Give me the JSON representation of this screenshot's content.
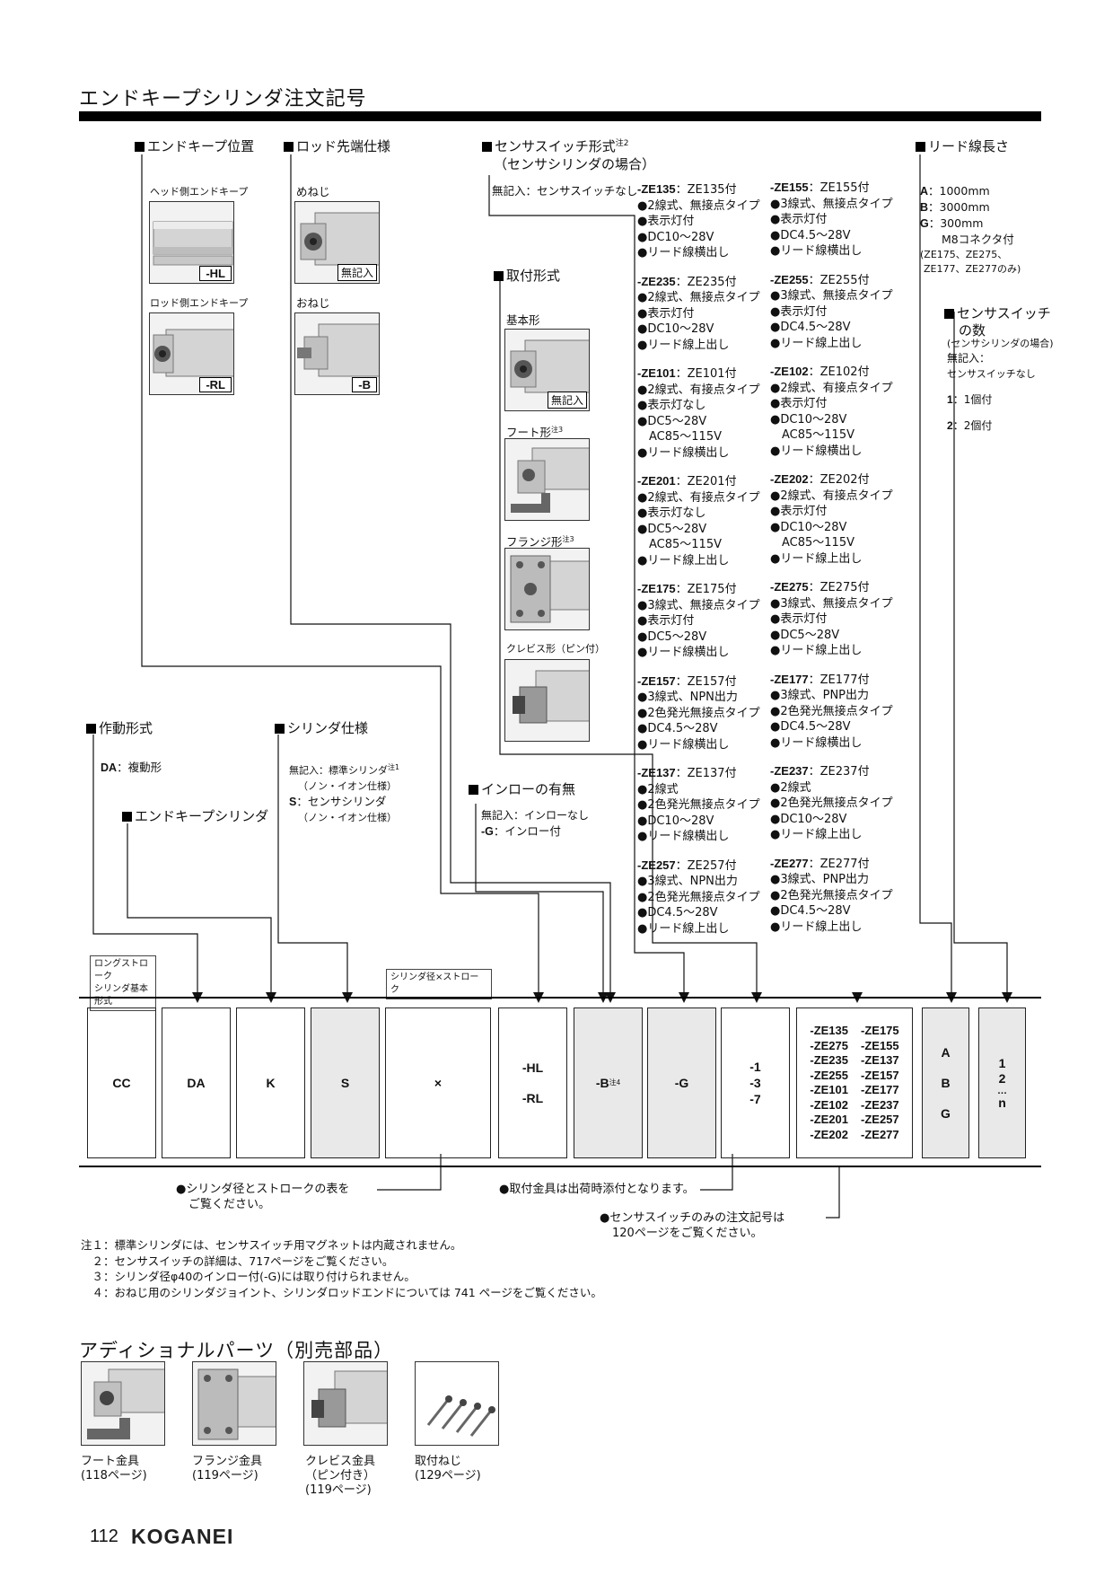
{
  "page_title": "エンドキープシリンダ注文記号",
  "headers": {
    "end_keep_pos": "エンドキープ位置",
    "rod_end": "ロッド先端仕様",
    "sensor_type": "センサスイッチ形式",
    "sensor_type_note": "注2",
    "sensor_type_sub": "（センサシリンダの場合）",
    "lead_len": "リード線長さ",
    "mount": "取付形式",
    "sensor_count": "センサスイッチ",
    "sensor_count_2": "の数",
    "action": "作動形式",
    "cyl_spec": "シリンダ仕様",
    "endkeep_cyl": "エンドキープシリンダ",
    "inlow": "インローの有無"
  },
  "end_keep": {
    "head_label": "ヘッド側エンドキープ",
    "head_code": "-HL",
    "rod_label": "ロッド側エンドキープ",
    "rod_code": "-RL"
  },
  "rod_end": {
    "female_label": "めねじ",
    "female_tag": "無記入",
    "male_label": "おねじ",
    "male_tag": "-B"
  },
  "mount": {
    "basic": "基本形",
    "basic_tag": "無記入",
    "foot": "フート形",
    "foot_note": "注3",
    "flange": "フランジ形",
    "flange_note": "注3",
    "clevis": "クレビス形（ピン付）"
  },
  "sensor_none": "無記入：センサスイッチなし",
  "sensors_left": [
    {
      "code": "-ZE135",
      "name": "：ZE135付",
      "lines": [
        "●2線式、無接点タイプ",
        "●表示灯付",
        "●DC10～28V",
        "●リード線横出し"
      ]
    },
    {
      "code": "-ZE235",
      "name": "：ZE235付",
      "lines": [
        "●2線式、無接点タイプ",
        "●表示灯付",
        "●DC10～28V",
        "●リード線上出し"
      ]
    },
    {
      "code": "-ZE101",
      "name": "：ZE101付",
      "lines": [
        "●2線式、有接点タイプ",
        "●表示灯なし",
        "●DC5～28V",
        "　AC85～115V",
        "●リード線横出し"
      ]
    },
    {
      "code": "-ZE201",
      "name": "：ZE201付",
      "lines": [
        "●2線式、有接点タイプ",
        "●表示灯なし",
        "●DC5～28V",
        "　AC85～115V",
        "●リード線上出し"
      ]
    },
    {
      "code": "-ZE175",
      "name": "：ZE175付",
      "lines": [
        "●3線式、無接点タイプ",
        "●表示灯付",
        "●DC5～28V",
        "●リード線横出し"
      ]
    },
    {
      "code": "-ZE157",
      "name": "：ZE157付",
      "lines": [
        "●3線式、NPN出力",
        "●2色発光無接点タイプ",
        "●DC4.5～28V",
        "●リード線横出し"
      ]
    },
    {
      "code": "-ZE137",
      "name": "：ZE137付",
      "lines": [
        "●2線式",
        "●2色発光無接点タイプ",
        "●DC10～28V",
        "●リード線横出し"
      ]
    },
    {
      "code": "-ZE257",
      "name": "：ZE257付",
      "lines": [
        "●3線式、NPN出力",
        "●2色発光無接点タイプ",
        "●DC4.5～28V",
        "●リード線上出し"
      ]
    }
  ],
  "sensors_right": [
    {
      "code": "-ZE155",
      "name": "：ZE155付",
      "lines": [
        "●3線式、無接点タイプ",
        "●表示灯付",
        "●DC4.5～28V",
        "●リード線横出し"
      ]
    },
    {
      "code": "-ZE255",
      "name": "：ZE255付",
      "lines": [
        "●3線式、無接点タイプ",
        "●表示灯付",
        "●DC4.5～28V",
        "●リード線上出し"
      ]
    },
    {
      "code": "-ZE102",
      "name": "：ZE102付",
      "lines": [
        "●2線式、有接点タイプ",
        "●表示灯付",
        "●DC10～28V",
        "　AC85～115V",
        "●リード線横出し"
      ]
    },
    {
      "code": "-ZE202",
      "name": "：ZE202付",
      "lines": [
        "●2線式、有接点タイプ",
        "●表示灯付",
        "●DC10～28V",
        "　AC85～115V",
        "●リード線上出し"
      ]
    },
    {
      "code": "-ZE275",
      "name": "：ZE275付",
      "lines": [
        "●3線式、無接点タイプ",
        "●表示灯付",
        "●DC5～28V",
        "●リード線上出し"
      ]
    },
    {
      "code": "-ZE177",
      "name": "：ZE177付",
      "lines": [
        "●3線式、PNP出力",
        "●2色発光無接点タイプ",
        "●DC4.5～28V",
        "●リード線横出し"
      ]
    },
    {
      "code": "-ZE237",
      "name": "：ZE237付",
      "lines": [
        "●2線式",
        "●2色発光無接点タイプ",
        "●DC10～28V",
        "●リード線上出し"
      ]
    },
    {
      "code": "-ZE277",
      "name": "：ZE277付",
      "lines": [
        "●3線式、PNP出力",
        "●2色発光無接点タイプ",
        "●DC4.5～28V",
        "●リード線上出し"
      ]
    }
  ],
  "lead": {
    "a_code": "A",
    "a_val": "：1000mm",
    "b_code": "B",
    "b_val": "：3000mm",
    "g_code": "G",
    "g_val": "：300mm",
    "g_sub": "M8コネクタ付",
    "g_note1": "(ZE175、ZE275、",
    "g_note2": "ZE177、ZE277のみ)"
  },
  "sensor_count": {
    "sub": "(センサシリンダの場合)",
    "none1": "無記入：",
    "none2": "センサスイッチなし",
    "one_code": "1",
    "one_val": "：1個付",
    "two_code": "2",
    "two_val": "：2個付"
  },
  "action": {
    "code": "DA",
    "val": "：複動形"
  },
  "cyl_spec": {
    "line1": "無記入：標準シリンダ",
    "line1_note": "注1",
    "line2": "（ノン・イオン仕様）",
    "s_code": "S",
    "s_val": "：センサシリンダ",
    "line4": "（ノン・イオン仕様）"
  },
  "inlow": {
    "none": "無記入：インローなし",
    "g_code": "-G",
    "g_val": "：インロー付"
  },
  "labels": {
    "long_stroke_1": "ロングストローク",
    "long_stroke_2": "シリンダ基本形式",
    "bore_stroke": "シリンダ径×ストローク"
  },
  "code_boxes": {
    "cc": "CC",
    "da": "DA",
    "k": "K",
    "s": "S",
    "x": "×",
    "hl": "-HL",
    "rl": "-RL",
    "b": "-B",
    "b_note": "注4",
    "g": "-G",
    "n1": "-1",
    "n3": "-3",
    "n7": "-7",
    "ze_left": [
      "-ZE135",
      "-ZE275",
      "-ZE235",
      "-ZE255",
      "-ZE101",
      "-ZE102",
      "-ZE201",
      "-ZE202"
    ],
    "ze_right": [
      "-ZE175",
      "-ZE155",
      "-ZE137",
      "-ZE157",
      "-ZE177",
      "-ZE237",
      "-ZE257",
      "-ZE277"
    ],
    "a": "A",
    "bb": "B",
    "gg": "G",
    "c1": "1",
    "c2": "2",
    "cdots": "…",
    "cn": "n"
  },
  "captions": {
    "bore1": "●シリンダ径とストロークの表を",
    "bore2": "ご覧ください。",
    "mount": "●取付金具は出荷時添付となります。",
    "sensor1": "●センサスイッチのみの注文記号は",
    "sensor2": "120ページをご覧ください。"
  },
  "notes": [
    "注１：標準シリンダには、センサスイッチ用マグネットは内蔵されません。",
    "　２：センサスイッチの詳細は、717ページをご覧ください。",
    "　３：シリンダ径φ40のインロー付(-G)には取り付けられません。",
    "　４：おねじ用のシリンダジョイント、シリンダロッドエンドについては 741 ページをご覧ください。"
  ],
  "additional_title": "アディショナルパーツ（別売部品）",
  "parts": [
    {
      "l1": "フート金具",
      "l2": "(118ページ)",
      "l3": ""
    },
    {
      "l1": "フランジ金具",
      "l2": "(119ページ)",
      "l3": ""
    },
    {
      "l1": "クレビス金具",
      "l2": "（ピン付き）",
      "l3": "(119ページ)"
    },
    {
      "l1": "取付ねじ",
      "l2": "(129ページ)",
      "l3": ""
    }
  ],
  "footer": {
    "page": "112",
    "brand": "KOGANEI"
  }
}
